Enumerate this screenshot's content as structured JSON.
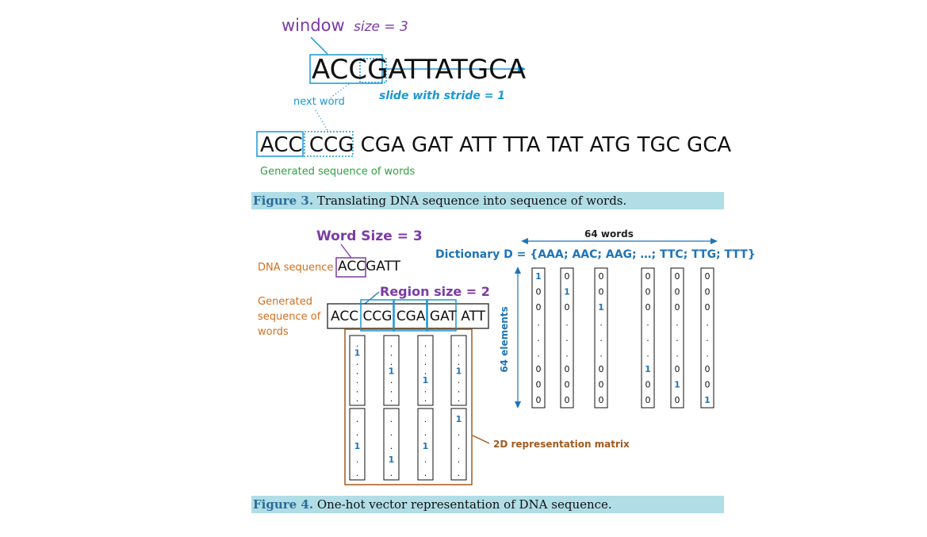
{
  "fig3": {
    "window_label": "window",
    "window_size": "size = 3",
    "sequence_prefix": "ACC",
    "sequence_rest": "GATTATGCA",
    "next_word": "next word",
    "stride": "slide with stride = 1",
    "words": [
      "ACC",
      "CCG",
      "CGA",
      "GAT",
      "ATT",
      "TTA",
      "TAT",
      "ATG",
      "TGC",
      "GCA"
    ],
    "generated": "Generated sequence of words",
    "caption_num": "Figure 3.",
    "caption_text": " Translating DNA sequence into sequence of words."
  },
  "fig4": {
    "word_size": "Word  Size = 3",
    "dna_label": "DNA sequence",
    "dna_prefix": "ACC",
    "dna_rest": "GATT",
    "region_size": "Region size = 2",
    "gen_line1": "Generated",
    "gen_line2": "sequence of",
    "gen_line3": "words",
    "words": [
      "ACC",
      "CCG",
      "CGA",
      "GAT",
      "ATT"
    ],
    "dict_count": "64 words",
    "dictionary": "Dictionary D = {AAA; AAC; AAG; …; TTC; TTG; TTT}",
    "elements": "64 elements",
    "vectors": [
      [
        "1",
        "0",
        "0",
        ".",
        ".",
        ".",
        "0",
        "0",
        "0"
      ],
      [
        "0",
        "1",
        "0",
        ".",
        ".",
        ".",
        "0",
        "0",
        "0"
      ],
      [
        "0",
        "0",
        "1",
        ".",
        ".",
        ".",
        "0",
        "0",
        "0"
      ],
      [
        "0",
        "0",
        "0",
        ".",
        ".",
        ".",
        "1",
        "0",
        "0"
      ],
      [
        "0",
        "0",
        "0",
        ".",
        ".",
        ".",
        "0",
        "1",
        "0"
      ],
      [
        "0",
        "0",
        "0",
        ".",
        ".",
        ".",
        "0",
        "0",
        "1"
      ]
    ],
    "matrix_top": [
      [
        ".",
        "1",
        ".",
        ".",
        ".",
        ".",
        "."
      ],
      [
        ".",
        ".",
        ".",
        "1",
        ".",
        ".",
        "."
      ],
      [
        ".",
        ".",
        ".",
        ".",
        "1",
        ".",
        "."
      ],
      [
        ".",
        ".",
        ".",
        "1",
        ".",
        ".",
        "."
      ]
    ],
    "matrix_bottom": [
      [
        ".",
        ".",
        "1",
        ".",
        "."
      ],
      [
        ".",
        ".",
        ".",
        "1",
        "."
      ],
      [
        ".",
        ".",
        "1",
        ".",
        "."
      ],
      [
        "1",
        ".",
        ".",
        ".",
        "."
      ]
    ],
    "matrix_label": "2D representation matrix",
    "caption_num": "Figure 4.",
    "caption_text": " One-hot vector representation of DNA sequence."
  }
}
